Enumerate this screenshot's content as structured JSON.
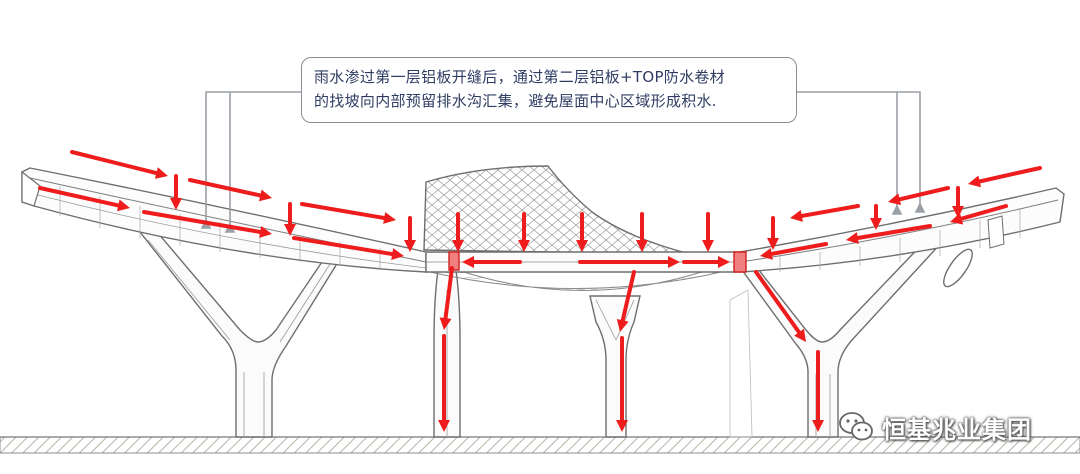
{
  "callout": {
    "line1": "雨水渗过第一层铝板开缝后，通过第二层铝板+TOP防水卷材",
    "line2": "的找坡向内部预留排水沟汇集，避免屋面中心区域形成积水."
  },
  "brand": {
    "name": "恒基兆业集团",
    "icon": "wechat-icon"
  },
  "colors": {
    "arrow": "#ee1c1c",
    "structure": "#6e6e6e",
    "leader": "#9aa0a6",
    "callout_text": "#2f3d63",
    "ground": "#c9c4b8"
  }
}
